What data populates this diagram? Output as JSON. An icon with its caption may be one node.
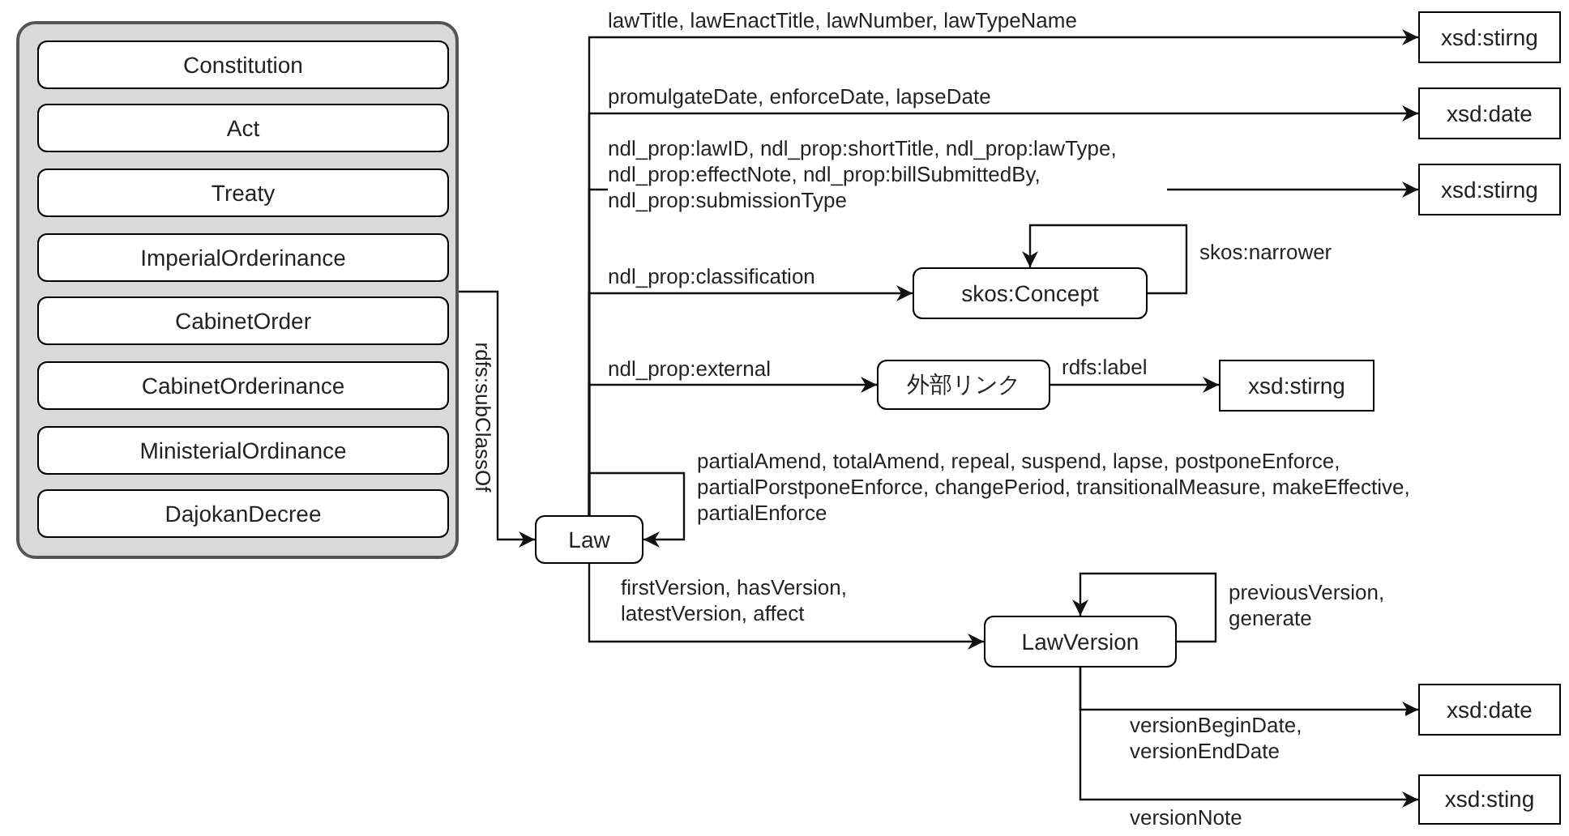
{
  "diagram": {
    "nodes": [
      {
        "text": [],
        "shape": "box"
      },
      {
        "text": [
          "Constitution"
        ],
        "in": 0
      },
      {
        "text": [
          "Act"
        ],
        "in": 0
      },
      {
        "text": [
          "Treaty"
        ],
        "in": 0
      },
      {
        "text": [
          "ImperialOrderinance"
        ],
        "in": 0
      },
      {
        "text": [
          "CabinetOrder"
        ],
        "in": 0
      },
      {
        "text": [
          "CabinetOrderinance"
        ],
        "in": 0
      },
      {
        "text": [
          "MinisterialOrdinance"
        ],
        "in": 0
      },
      {
        "text": [
          "DajokanDecree"
        ],
        "in": 0
      },
      {
        "text": [
          "Law"
        ]
      },
      {
        "text": [
          "xsd:stirng"
        ]
      },
      {
        "text": [
          "xsd:date"
        ]
      },
      {
        "text": [
          "xsd:stirng"
        ]
      },
      {
        "text": [
          "skos:Concept"
        ]
      },
      {
        "text": [
          "外部リンク"
        ]
      },
      {
        "text": [
          "xsd:stirng"
        ]
      },
      {
        "text": [
          "LawVersion"
        ]
      },
      {
        "text": [
          "xsd:date"
        ]
      },
      {
        "text": [
          "xsd:sting"
        ]
      }
    ],
    "edges": [
      {
        "from": 0,
        "to": 9,
        "arrow": "to",
        "label": "rdfs:subClassOf"
      },
      {
        "from": 9,
        "to": 10,
        "arrow": "to",
        "label": "lawTitle, lawEnactTitle, lawNumber, lawTypeName"
      },
      {
        "from": 9,
        "to": 11,
        "arrow": "to",
        "label": "promulgateDate, enforceDate, lapseDate"
      },
      {
        "from": 9,
        "to": 12,
        "arrow": "to",
        "label": "ndl_prop:lawID, ndl_prop:shortTitle, ndl_prop:lawType, ndl_prop:effectNote, ndl_prop:billSubmittedBy, ndl_prop:submissionType"
      },
      {
        "from": 9,
        "to": 13,
        "arrow": "to",
        "label": "ndl_prop:classification"
      },
      {
        "from": 13,
        "to": 13,
        "arrow": "to",
        "label": "skos:narrower"
      },
      {
        "from": 9,
        "to": 14,
        "arrow": "to",
        "label": "ndl_prop:external"
      },
      {
        "from": 14,
        "to": 15,
        "arrow": "to",
        "label": "rdfs:label"
      },
      {
        "from": 9,
        "to": 9,
        "arrow": "to",
        "label": "partialAmend, totalAmend, repeal, suspend, lapse, postponeEnforce, partialPorstponeEnforce, changePeriod, transitionalMeasure, makeEffective, partialEnforce"
      },
      {
        "from": 9,
        "to": 16,
        "arrow": "to",
        "label": "firstVersion, hasVersion, latestVersion, affect"
      },
      {
        "from": 16,
        "to": 16,
        "arrow": "to",
        "label": "previousVersion, generate"
      },
      {
        "from": 16,
        "to": 17,
        "arrow": "to",
        "label": "versionBeginDate, versionEndDate"
      },
      {
        "from": 16,
        "to": 18,
        "arrow": "to",
        "label": "versionNote"
      }
    ]
  }
}
